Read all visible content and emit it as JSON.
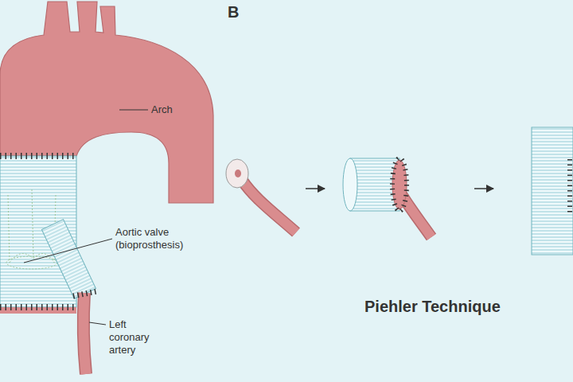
{
  "diagram": {
    "labels": [
      "B",
      "Arch",
      "Aortic valve (bioprosthesis)",
      "Left coronary artery",
      "Piehler Technique"
    ]
  }
}
